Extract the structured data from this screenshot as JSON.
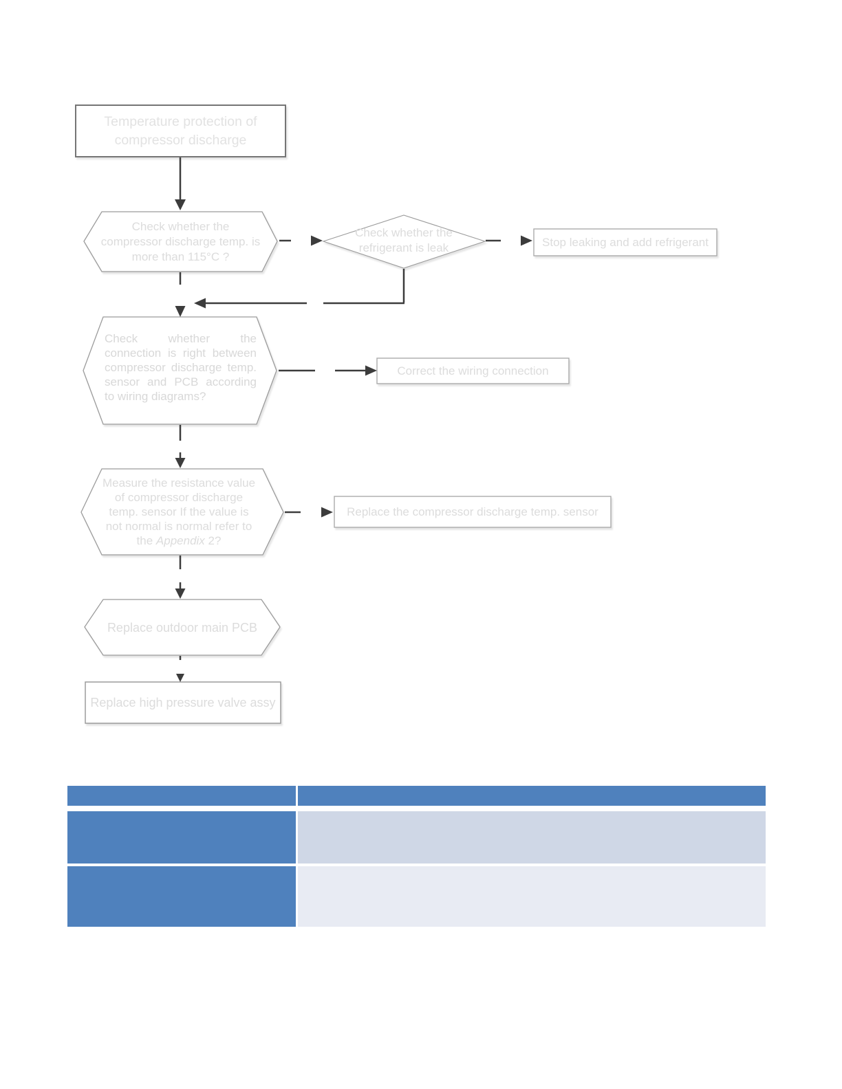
{
  "flow": {
    "title": "Temperature protection of\ncompressor discharge",
    "hex1": {
      "text": "Check whether the\ncompressor discharge temp. is\nmore than 115°C ?"
    },
    "diamond": {
      "text": "Check whether the\nrefrigerant is leak"
    },
    "stop_box": {
      "label": "Stop leaking and add refrigerant"
    },
    "hex2": {
      "lines": [
        "Check whether the",
        "connection is right between",
        "compressor discharge temp.",
        "sensor and PCB according",
        "to wiring diagrams?"
      ]
    },
    "correct_box": {
      "label": "Correct the wiring connection"
    },
    "hex3": {
      "text": "Measure the resistance value\nof compressor discharge\ntemp. sensor  If the value is\nnot normal is normal refer to",
      "tail_pre": "the ",
      "tail_italic": "Appendix",
      "tail_post": " 2?"
    },
    "replace_sensor_box": {
      "label": "Replace the compressor discharge temp. sensor"
    },
    "hex4": {
      "label": "Replace outdoor main PCB"
    },
    "valve_box": {
      "label": "Replace high pressure valve assy"
    }
  },
  "table": {
    "columns": 2,
    "header": {
      "bg": "#4f81bd",
      "col1": "",
      "col2": ""
    },
    "rows": [
      {
        "label_bg": "#4f81bd",
        "value_bg": "#cfd7e6",
        "label": "",
        "value": ""
      },
      {
        "label_bg": "#4f81bd",
        "value_bg": "#e8ebf3",
        "label": "",
        "value": ""
      }
    ]
  }
}
